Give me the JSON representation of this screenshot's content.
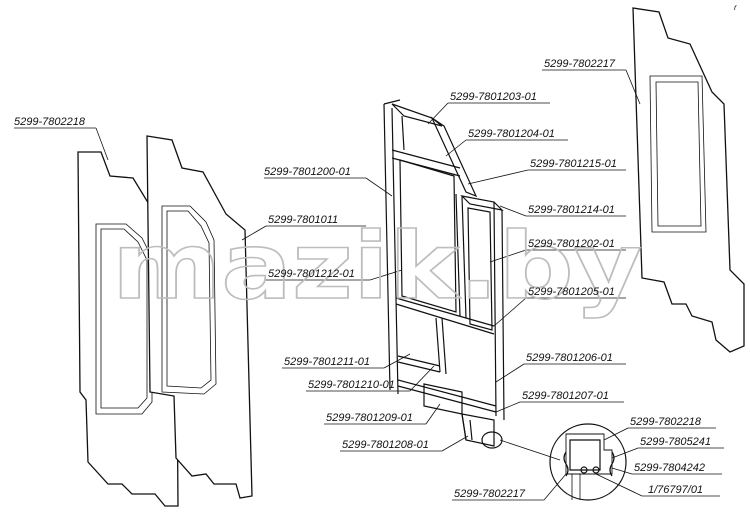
{
  "watermark": "mazik.by",
  "corner_mark": "r",
  "parts": {
    "p1": "5299-7802218",
    "p2": "5299-7801011",
    "p3": "5299-7801212-01",
    "p4": "5299-7801200-01",
    "p5": "5299-7801203-01",
    "p6": "5299-7801204-01",
    "p7": "5299-7801215-01",
    "p8": "5299-7801214-01",
    "p9": "5299-7801202-01",
    "p10": "5299-7801205-01",
    "p11": "5299-7801211-01",
    "p12": "5299-7801210-01",
    "p13": "5299-7801209-01",
    "p14": "5299-7801208-01",
    "p15": "5299-7801206-01",
    "p16": "5299-7801207-01",
    "p17": "5299-7802217",
    "p18": "5299-7802217",
    "p19": "5299-7802218",
    "p20": "5299-7805241",
    "p21": "5299-7804242",
    "p22": "1/76797/01"
  }
}
